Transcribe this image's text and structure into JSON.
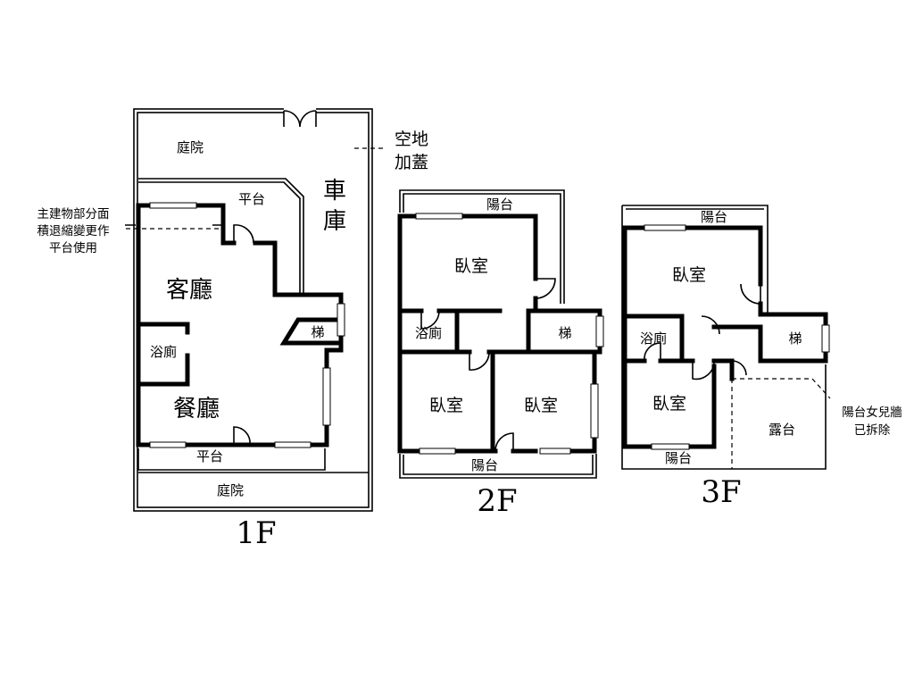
{
  "floor_1f": {
    "label": "1F",
    "rooms": {
      "courtyard_top": "庭院",
      "platform_top": "平台",
      "living_room": "客廳",
      "bath": "浴廁",
      "stair": "梯",
      "dining_room": "餐廳",
      "platform_bottom": "平台",
      "courtyard_bottom": "庭院"
    },
    "garage": [
      "車",
      "庫"
    ],
    "note_addition": [
      "空地",
      "加蓋"
    ],
    "note_setback": [
      "主建物部分面",
      "積退縮變更作",
      "平台使用"
    ]
  },
  "floor_2f": {
    "label": "2F",
    "rooms": {
      "balcony_top": "陽台",
      "bedroom_top": "臥室",
      "bath": "浴廁",
      "stair": "梯",
      "bedroom_left": "臥室",
      "bedroom_right": "臥室",
      "balcony_bottom": "陽台"
    }
  },
  "floor_3f": {
    "label": "3F",
    "rooms": {
      "balcony_top": "陽台",
      "bedroom_top": "臥室",
      "bath": "浴廁",
      "stair": "梯",
      "bedroom_left": "臥室",
      "terrace": "露台",
      "balcony_bottom": "陽台"
    },
    "note_removed": [
      "陽台女兒牆",
      "已拆除"
    ]
  }
}
